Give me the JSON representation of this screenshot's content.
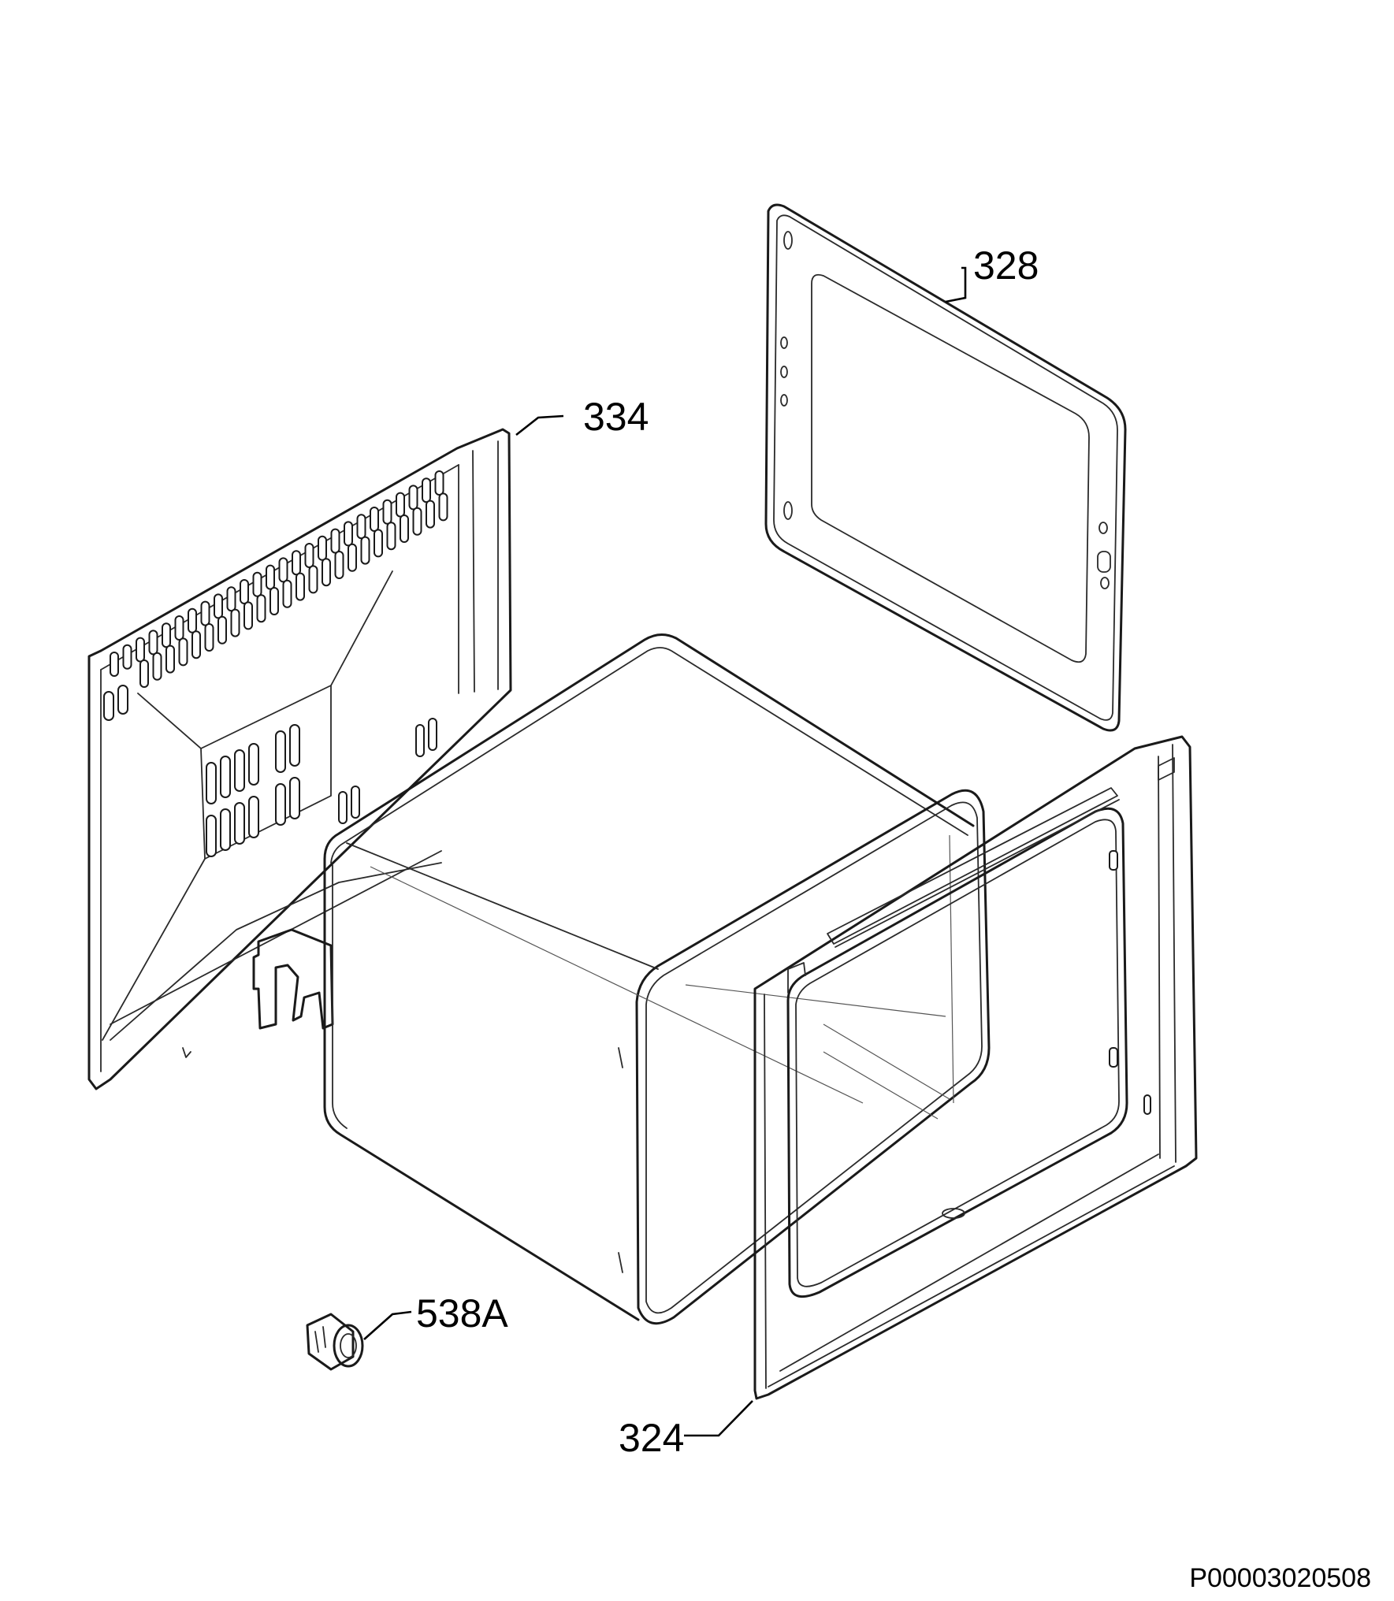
{
  "parts": [
    {
      "id": "p328",
      "label": "328"
    },
    {
      "id": "p334",
      "label": "334"
    },
    {
      "id": "p538a",
      "label": "538A"
    },
    {
      "id": "p324",
      "label": "324"
    }
  ],
  "drawing_number": "P00003020508"
}
